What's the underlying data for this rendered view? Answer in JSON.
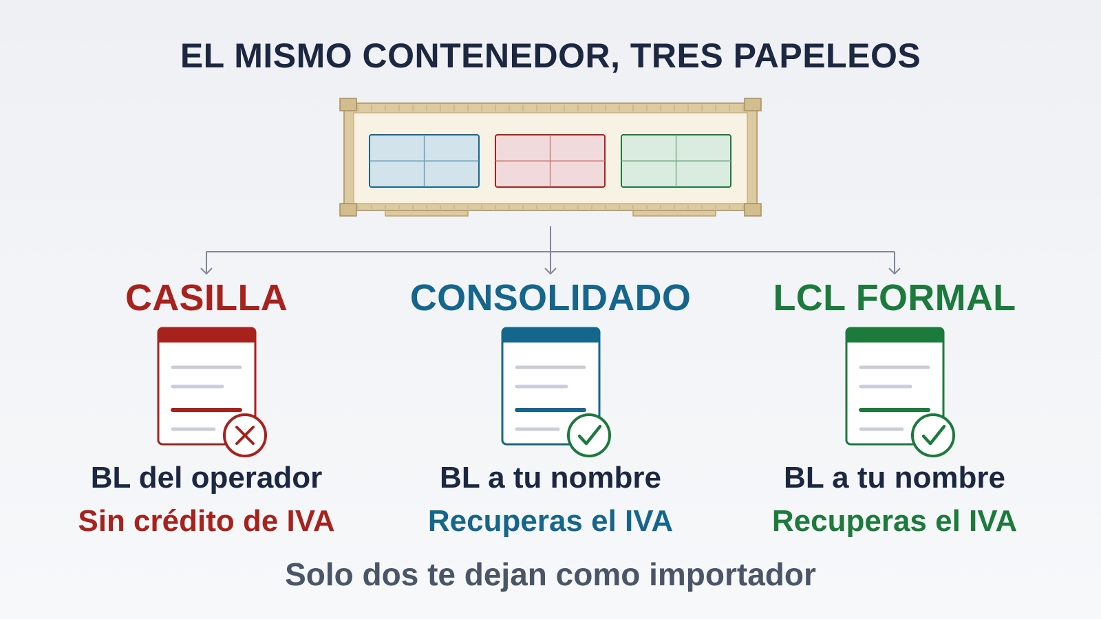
{
  "title": "EL MISMO CONTENEDOR, TRES PAPELEOS",
  "columns": [
    {
      "title": "CASILLA",
      "document_line": "BL del operador",
      "result_line": "Sin crédito de IVA",
      "color": "#a8221d",
      "status_icon": "x-circle-icon"
    },
    {
      "title": "CONSOLIDADO",
      "document_line": "BL a tu nombre",
      "result_line": "Recuperas el IVA",
      "color": "#15668c",
      "status_icon": "check-circle-icon"
    },
    {
      "title": "LCL FORMAL",
      "document_line": "BL a tu nombre",
      "result_line": "Recuperas el IVA",
      "color": "#1c7a3c",
      "status_icon": "check-circle-icon"
    }
  ],
  "check_color": "#1c7a3c",
  "footer": "Solo dos te dejan como importador"
}
